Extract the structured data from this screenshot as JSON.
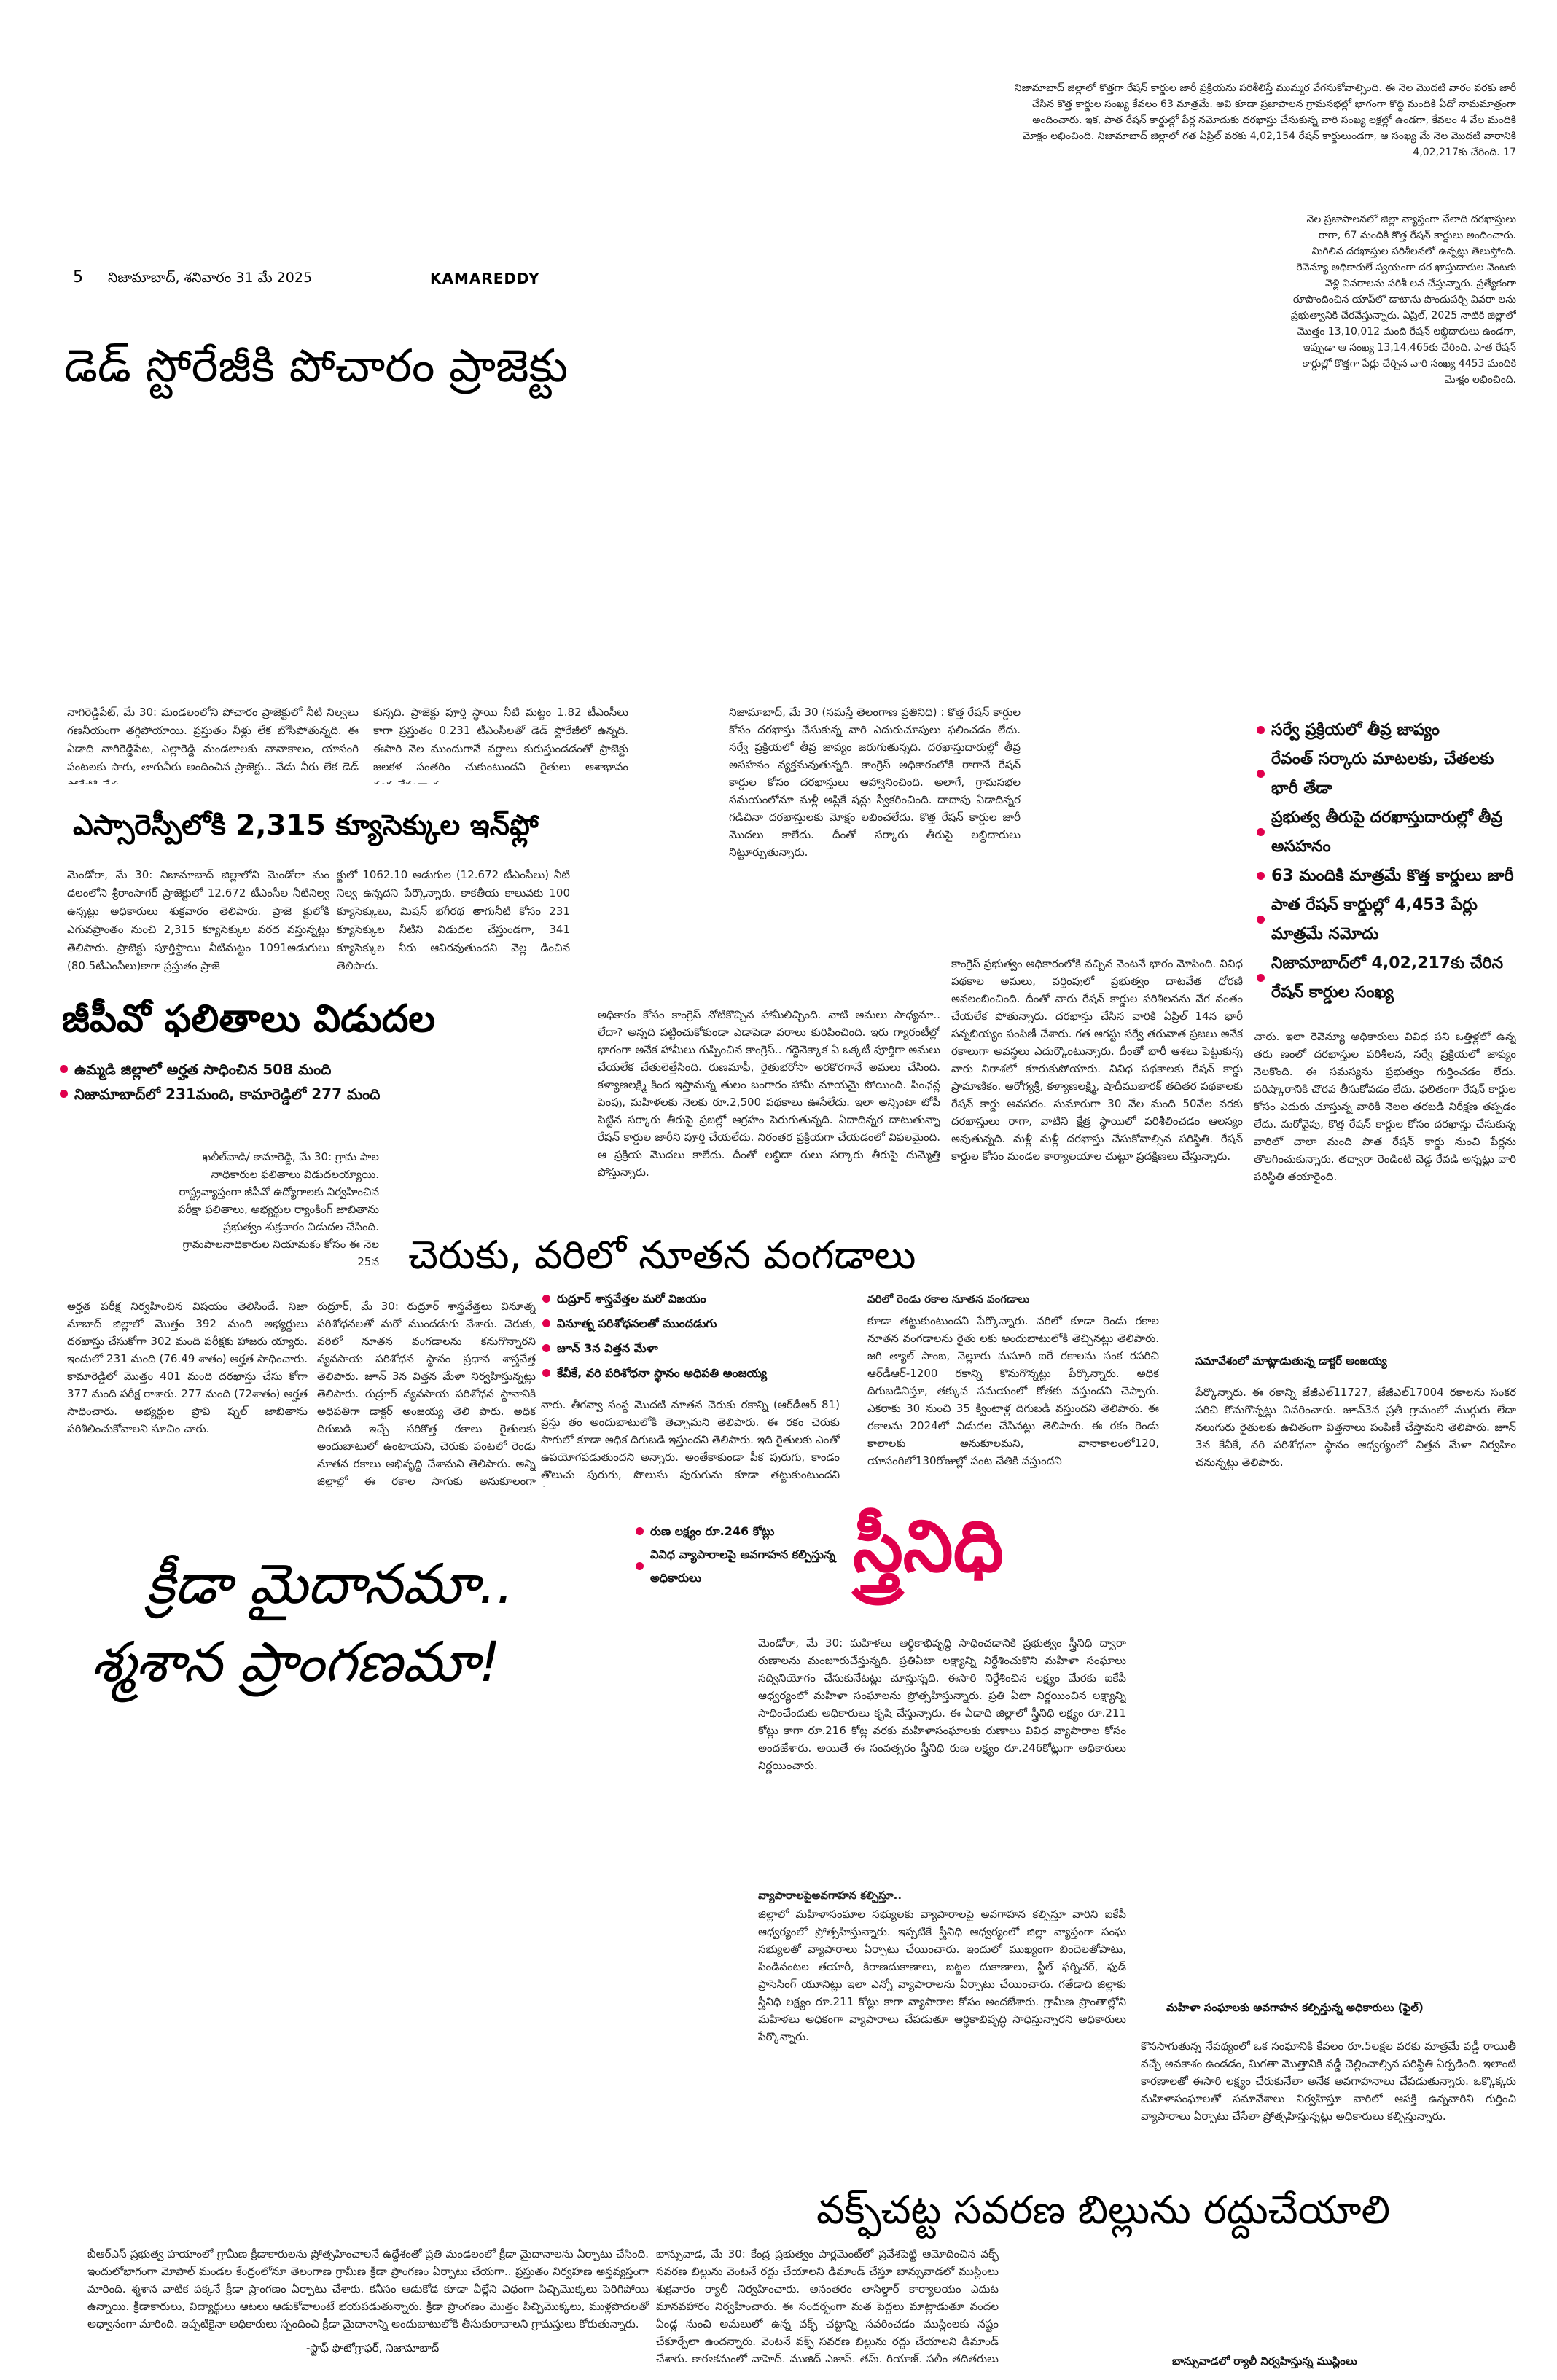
{
  "masthead": {
    "page_number": "5",
    "date_line": "నిజామాబాద్, శనివారం 31 మే 2025",
    "edition": "KAMAREDDY"
  },
  "top_right_story": {
    "body_wide": "నిజామాబాద్ జిల్లాలో కొత్తగా రేషన్ కార్డుల జారీ ప్రక్రియను పరిశీలిస్తే ముమ్మర వేగసుకోవాల్సింది. ఈ నెల మొదటి వారం వరకు జారీ చేసిన కొత్త కార్డుల సంఖ్య కేవలం 63 మాత్రమే. అవి కూడా ప్రజాపాలన గ్రామసభల్లో భాగంగా కొద్ది మందికి ఏదో నామమాత్రంగా అందించారు. ఇక, పాత రేషన్ కార్డుల్లో పేర్ల నమోదుకు దరఖాస్తు చేసుకున్న వారి సంఖ్య లక్షల్లో ఉండగా, కేవలం 4 వేల మందికి మోక్షం లభించింది. నిజామాబాద్ జిల్లాలో గత ఏప్రిల్ వరకు 4,02,154 రేషన్ కార్డులుండగా, ఆ సంఖ్య మే నెల మొదటి వారానికి 4,02,217కు చేరింది. 17",
    "body_narrow": "నెల ప్రజాపాలనలో జిల్లా వ్యాప్తంగా వేలాది దరఖాస్తులు రాగా, 67 మందికి కొత్త రేషన్ కార్డులు అందించారు. మిగిలిన దరఖాస్తుల పరిశీలనలో ఉన్నట్లు తెలుస్తోంది. రెవెన్యూ అధికారులే స్వయంగా దర ఖాస్తుదారుల వెంటకు వెళ్లి వివరాలను పరిశీ లన చేస్తున్నారు. ప్రత్యేకంగా రూపొందించిన యాప్‌లో డాటాను పొందుపర్చి వివరా లను ప్రభుత్వానికి చేరవేస్తున్నారు. ఏప్రిల్, 2025 నాటికి జిల్లాలో మొత్తం 13,10,012 మంది రేషన్ లబ్ధిదారులు ఉండగా, ఇప్పుడా ఆ సంఖ్య 13,14,465కు చేరింది. పాత రేషన్ కార్డుల్లో కొత్తగా పేర్లు చేర్చిన వారి సంఖ్య 4453 మందికి మోక్షం లభించింది."
  },
  "story_pocharam": {
    "headline": "డెడ్ స్టోరేజీకి పోచారం ప్రాజెక్టు",
    "col1": "నాగిరెడ్డిపేట్, మే 30: మండలంలోని పోచారం ప్రాజెక్టులో నీటి నిల్వలు గణనీయంగా తగ్గిపోయాయి. ప్రస్తుతం నీళ్లు లేక బోసిపోతున్నది. ఈ ఏడాది నాగిరెడ్డిపేట, ఎల్లారెడ్డి మండలాలకు వానాకాలం, యాసంగి పంటలకు సాగు, తాగునీరు అందించిన ప్రాజెక్టు.. నేడు నీరు లేక డెడ్ స్టోరేజీకి చేరు",
    "col2": "కున్నది. ప్రాజెక్టు పూర్తి స్థాయి నీటి మట్టం 1.82 టీఎంసీలు కాగా ప్రస్తుతం 0.231 టీఎంసీలతో డెడ్ స్టోరేజీలో ఉన్నది. ఈసారి నెల ముందుగానే వర్షాలు కురుస్తుండడంతో ప్రాజెక్టు జలకళ సంతరిం చుకుంటుందని రైతులు ఆశాభావం వ్యక్తంచేస్తున్నారు."
  },
  "story_srsp": {
    "headline": "ఎస్సారెస్పీలోకి 2,315 క్యూసెక్కుల ఇన్‌ఫ్లో",
    "col1": "మెండోరా, మే 30: నిజామాబాద్ జిల్లాలోని మెండోరా మం డలంలోని శ్రీరాంసాగర్ ప్రాజెక్టులో 12.672 టీఎంసీల నీటినిల్వ ఉన్నట్లు అధికారులు శుక్రవారం తెలిపారు. ప్రాజె క్టులోకి ఎగువప్రాంతం నుంచి 2,315 క్యూసెక్కుల వరద వస్తున్నట్లు తెలిపారు. ప్రాజెక్టు పూర్తిస్థాయి నీటిమట్టం 1091అడుగులు (80.5టీఎంసీలు)కాగా ప్రస్తుతం ప్రాజె",
    "col2": "క్టులో 1062.10 అడుగుల (12.672 టీఎంసీలు) నీటి నిల్వ ఉన్నదని పేర్కొన్నారు. కాకతీయ కాలువకు 100 క్యూసెక్కులు, మిషన్ భగీరథ తాగునీటి కోసం 231 క్యూసెక్కుల నీటిని విడుదల చేస్తుండగా, 341 క్యూసెక్కుల నీరు ఆవిరవుతుందని వెల్ల డించిన తెలిపారు."
  },
  "story_ration_mid": {
    "col1": "నిజామాబాద్, మే 30 (నమస్తే తెలంగాణ ప్రతినిధి) : కొత్త రేషన్ కార్డుల కోసం దరఖాస్తు చేసుకున్న వారి ఎదురుచూపులు ఫలించడం లేదు. సర్వే ప్రక్రియలో తీవ్ర జాప్యం జరుగుతున్నది. దరఖాస్తుదారుల్లో తీవ్ర అసహనం వ్యక్తమవుతున్నది. కాంగ్రెస్ అధికారంలోకి రాగానే రేషన్ కార్డుల కోసం దరఖాస్తులు ఆహ్వానించింది. అలాగే, గ్రామసభల సమయంలోనూ మళ్లీ అప్లికే షన్లు స్వీకరించింది. దాదాపు ఏడాదిన్నర గడిచినా దరఖాస్తులకు మోక్షం లభించలేదు. కొత్త రేషన్ కార్డుల జారీ మొదలు కాలేదు. దీంతో సర్కారు తీరుపై లబ్ధిదారులు నిట్టూర్చుతున్నారు."
  },
  "ration_bullets": [
    "సర్వే ప్రక్రియలో తీవ్ర జాప్యం",
    "రేవంత్ సర్కారు మాటలకు, చేతలకు భారీ తేడా",
    "ప్రభుత్వ తీరుపై దరఖాస్తుదారుల్లో తీవ్ర అసహనం",
    "63 మందికి మాత్రమే కొత్త కార్డులు జారీ",
    "పాత రేషన్ కార్డుల్లో 4,453 పేర్లు మాత్రమే నమోదు",
    "నిజామాబాద్‌లో 4,02,217కు చేరిన రేషన్ కార్డుల సంఖ్య"
  ],
  "story_ration_cont": {
    "col_a": "కాంగ్రెస్ ప్రభుత్వం అధికారంలోకి వచ్చిన వెంటనే భారం మోపింది. వివిధ పథకాల అమలు, వర్తింపులో ప్రభుత్వం దాటవేత ధోరణి అవలంబించింది. దీంతో వారు రేషన్ కార్డుల పరిశీలనను వేగ వంతం చేయలేక పోతున్నారు. దరఖాస్తు చేసిన వారికి ఏప్రిల్ 14న భారీ సన్నబియ్యం పంపిణీ చేశారు. గత ఆగస్టు సర్వే తరువాత ప్రజలు అనేక రకాలుగా అవస్థలు ఎదుర్కొంటున్నారు. దీంతో భారీ ఆశలు పెట్టుకున్న వారు నిరాశలో కూరుకుపోయారు. వివిధ పథకాలకు రేషన్ కార్డు ప్రామాణికం. ఆరోగ్యశ్రీ, కళ్యాణలక్ష్మి, షాదీముబారక్ తదితర పథకాలకు రేషన్ కార్డు అవసరం. సుమారుగా 30 వేల మంది 50వేల వరకు దరఖాస్తులు రాగా, వాటిని క్షేత్ర స్థాయిలో పరిశీలించడం ఆలస్యం అవుతున్నది. మళ్లీ మళ్లీ దరఖాస్తు చేసుకోవాల్సిన పరిస్థితి. రేషన్ కార్డుల కోసం మండల కార్యాలయాల చుట్టూ ప్రదక్షిణలు చేస్తున్నారు.",
    "col_b": "చారు. ఇలా రెవెన్యూ అధికారులు వివిధ పని ఒత్తిళ్లలో ఉన్న తరు ణంలో దరఖాస్తుల పరిశీలన, సర్వే ప్రక్రియలో జాప్యం నెలకొంది. ఈ సమస్యను ప్రభుత్వం గుర్తించడం లేదు. పరిష్కారానికి చొరవ తీసుకోవడం లేదు. ఫలితంగా రేషన్ కార్డుల కోసం ఎదురు చూస్తున్న వారికి నెలల తరబడి నిరీక్షణ తప్పడం లేదు. మరోవైపు, కొత్త రేషన్ కార్డుల కోసం దరఖాస్తు చేసుకున్న వారిలో చాలా మంది పాత రేషన్ కార్డు నుంచి పేర్లను తొలగించుకున్నారు. తద్వారా రెండింటి చెడ్డ రేవడి అన్నట్లు వారి పరిస్థితి తయారైంది."
  },
  "story_congress": {
    "col1": "అధికారం కోసం కాంగ్రెస్ నోటికొచ్చిన హామీలిచ్చింది. వాటి అమలు సాధ్యమా.. లేదా? అన్నది పట్టించుకోకుండా ఎడాపెడా వరాలు కురిపించింది. ఇరు గ్యారంటీల్లో భాగంగా అనేక హామీలు గుప్పించిన కాంగ్రెస్.. గద్దెనెక్కాక ఏ ఒక్కటీ పూర్తిగా అమలు చేయలేక చేతులెత్తేసింది. రుణమాఫీ, రైతుభరోసా అరకొరగానే అమలు చేసింది. కళ్యాణలక్ష్మి కింద ఇస్తామన్న తులం బంగారం హామీ మాయమై పోయింది. పింఛన్ల పెంపు, మహిళలకు నెలకు రూ.2,500 పథకాలు ఊసేలేదు. ఇలా అన్నింటా టోపీ పెట్టిన సర్కారు తీరుపై ప్రజల్లో ఆగ్రహం పెరుగుతున్నది. ఏదాదిన్నర దాటుతున్నా రేషన్ కార్డుల జారీని పూర్తి చేయలేదు. నిరంతర ప్రక్రియగా చేయడంలో విఫలమైంది. ఆ ప్రక్రియ మొదలు కాలేదు. దీంతో లబ్ధిదా రులు సర్కారు తీరుపై దుమ్మెత్తి పోస్తున్నారు."
  },
  "story_gp": {
    "headline": "జీపీవో ఫలితాలు విడుదల",
    "bullets": [
      "ఉమ్మడి జిల్లాలో అర్హత సాధించిన 508 మంది",
      "నిజామాబాద్‌లో 231మంది, కామారెడ్డిలో 277 మంది"
    ],
    "lead": "ఖలీల్‌వాడి/ కామారెడ్డి, మే 30: గ్రామ పాల నాధికారుల ఫలితాలు విడుదలయ్యాయి. రాష్ట్రవ్యాప్తంగా జీపీవో ఉద్యోగాలకు నిర్వహించిన పరీక్షా ఫలితాలు, అభ్యర్థుల ర్యాంకింగ్ జాబితాను ప్రభుత్వం శుక్రవారం విడుదల చేసింది. గ్రామపాలనాధికారుల నియామకం కోసం ఈ నెల 25న",
    "col1": "అర్హత పరీక్ష నిర్వహించిన విషయం తెలిసిందే. నిజా మాబాద్ జిల్లాలో మొత్తం 392 మంది అభ్యర్థులు దరఖాస్తు చేసుకోగా 302 మంది పరీక్షకు హాజరు య్యారు. ఇందులో 231 మంది (76.49 శాతం) అర్హత సాధించారు. కామారెడ్డిలో మొత్తం 401 మంది దరఖాస్తు చేసు కోగా 377 మంది పరీక్ష రాశారు. 277 మంది (72శాతం) అర్హత సాధించారు. అభ్యర్థుల ప్రొవి ష్నల్ జాబితాను పరిశీలించుకోవాలని సూచిం చారు."
  },
  "story_cheruku": {
    "headline": "చెరుకు, వరిలో నూతన వంగడాలు",
    "col1": "రుద్రూర్, మే 30: రుద్రూర్ శాస్త్రవేత్తలు వినూత్న పరిశోధనలతో మరో ముందడుగు వేశారు. చెరుకు, వరిలో నూతన వంగడాలను కనుగొన్నారని వ్యవసాయ పరిశోధన స్థానం ప్రధాన శాస్త్రవేత్త తెలిపారు. జూన్ 3న విత్తన మేళా నిర్వహిస్తున్నట్లు తెలిపారు. రుద్రూర్ వ్యవసాయ పరిశోధన స్థానానికి అధిపతిగా డాక్టర్ అంజయ్య తెలి పారు. అధిక దిగుబడి ఇచ్చే సరికొత్త రకాలు రైతులకు అందుబాటులో ఉంటాయని, చెరుకు పంటలో రెండు నూతన రకాలు అభివృద్ధి చేశామని తెలిపారు. అన్ని జిల్లాల్లో ఈ రకాల సాగుకు అనుకూలంగా ఉంటాయన్నారు. దిగుబడి కూడా ఎక్కువగా వస్తుందన్నారు.",
    "bullets": [
      "రుద్రూర్ శాస్త్రవేత్తల మరో విజయం",
      "వినూత్న పరిశోధనలతో ముందడుగు",
      "జూన్ 3న విత్తన మేళా",
      "కేవీకే, వరి పరిశోధనా స్థానం అధిపతి అంజయ్య"
    ],
    "col2": "నారు. తీగవ్వా సంస్థ మొదటి నూతన చెరుకు రకాన్ని (ఆర్‌డీఆర్ 81) ప్రస్తు తం అందుబాటులోకి తెచ్చామని తెలిపారు. ఈ రకం చెరుకు సాగులో కూడా అధిక దిగుబడి ఇస్తుందని తెలిపారు. ఇది రైతులకు ఎంతో ఉపయోగపడుతుందని అన్నారు. అంతేకాకుండా పీక పురుగు, కాండం తొలుచు పురుగు, పొలుసు పురుగును కూడా తట్టుకుంటుందని పేర్కొన్నారు.",
    "subhead": "వరిలో రెండు రకాల నూతన వంగడాలు",
    "col3": "కూడా తట్టుకుంటుందని పేర్కొన్నారు. వరిలో కూడా రెండు రకాల నూతన వంగడాలను రైతు లకు అందుబాటులోకి తెచ్చినట్లు తెలిపారు. జగి త్యాల్ సాంబ, నెల్లూరు మసూరి ఐరే రకాలను సంక రపరిచి ఆర్‌డీఆర్-1200 రకాన్ని కొనుగొన్నట్లు పేర్కొన్నారు. అధిక దిగుబడినిస్తూ, తక్కువ సమయంలో కోతకు వస్తుందని చెప్పారు. ఎకరాకు 30 నుంచి 35 క్వింటాళ్ల దిగుబడి వస్తుందని తెలిపారు. ఈ రకాలను 2024లో విడుదల చేసినట్లు తెలిపారు. ఈ రకం రెండు కాలాలకు అనుకూలమని, వానాకాలంలో120, యాసంగిలో130రోజుల్లో పంట చేతికి వస్తుందని",
    "col4": "పేర్కొన్నారు. ఈ రకాన్ని జేజీఎల్11727, జేజీఎల్17004 రకాలను సంకర పరిచి కొనుగొన్నట్లు వివరించారు. జూన్3న ప్రతీ గ్రామంలో ముగ్గురు లేదా నలుగురు రైతులకు ఉచితంగా విత్తనాలు పంపిణీ చేస్తామని తెలిపారు. జూన్ 3న కేవీకే, వరి పరిశోధనా స్థానం ఆధ్వర్యంలో విత్తన మేళా నిర్వహిం చనున్నట్లు తెలిపారు.",
    "photo_caption": "సమావేశంలో మాట్లాడుతున్న డాక్టర్ అంజయ్య"
  },
  "story_kreeda": {
    "headline_line1": "క్రీడా మైదానమా..",
    "headline_line2": "శ్మశాన ప్రాంగణమా!",
    "body": "బీఆర్ఎస్ ప్రభుత్వ హయాంలో గ్రామీణ క్రీడాకారులను ప్రోత్సహించాలనే ఉద్దేశంతో ప్రతి మండలంలో క్రీడా మైదానాలను ఏర్పాటు చేసింది. ఇందులోభాగంగా మోపాల్ మండల కేంద్రంలోనూ తెలంగాణ గ్రామీణ క్రీడా ప్రాంగణం ఏర్పాటు చేయగా.. ప్రస్తుతం నిర్వహణ అస్తవ్యస్తంగా మారింది. శ్మశాన వాటిక పక్కనే క్రీడా ప్రాంగణం ఏర్పాటు చేశారు. కనీసం ఆడుకోడ కూడా వీల్లేని విధంగా పిచ్చిమొక్కలు పెరిగిపోయి ఉన్నాయి. క్రీడాకారులు, విద్యార్థులు ఆటలు ఆడుకోవాలంటే భయపడుతున్నారు. క్రీడా ప్రాంగణం మొత్తం పిచ్చిమొక్కలు, ముళ్లపొదలతో అధ్వానంగా మారింది. ఇప్పటికైనా అధికారులు స్పందించి క్రీడా మైదానాన్ని అందుబాటులోకి తీసుకురావాలని గ్రామస్తులు కోరుతున్నారు.",
    "credit": "-స్టాఫ్ ఫొటోగ్రాఫర్, నిజామాబాద్"
  },
  "story_streenidhi": {
    "headline": "స్త్రీనిధి",
    "bullets": [
      "రుణ లక్ష్యం రూ.246 కోట్లు",
      "వివిధ వ్యాపారాలపై అవగాహన కల్పిస్తున్న అధికారులు"
    ],
    "col1": "మెండోరా, మే 30: మహిళలు ఆర్థికాభివృద్ధి సాధించడానికి ప్రభుత్వం స్త్రీనిధి ద్వారా రుణాలను మంజూరుచేస్తున్నది. ప్రతిఏటా లక్ష్యాన్ని నిర్దేశించుకొని మహిళా సంఘాలు సద్వినియోగం చేసుకునేటట్లు చూస్తున్నది. ఈసారి నిర్దేశించిన లక్ష్యం మేరకు ఐకేపీ ఆధ్వర్యంలో మహిళా సంఘాలను ప్రోత్సహిస్తున్నారు. ప్రతి ఏటా నిర్ణయించిన లక్ష్యాన్ని సాధించేందుకు అధికారులు కృషి చేస్తున్నారు. ఈ ఏడాది జిల్లాలో స్త్రీనిధి లక్ష్యం రూ.211 కోట్లు కాగా రూ.216 కోట్ల వరకు మహిళాసంఘాలకు రుణాలు వివిధ వ్యాపారాల కోసం అందజేశారు. అయితే ఈ సంవత్సరం స్త్రీనిధి రుణ లక్ష్యం రూ.246కోట్లుగా అధికారులు నిర్ణయించారు.",
    "subhead": "వ్యాపారాలపైఅవగాహన కల్పిస్తూ..",
    "col2": "జిల్లాలో మహిళాసంఘాల సభ్యులకు వ్యాపారాలపై అవగాహన కల్పిస్తూ వారిని ఐకేపీ ఆధ్వర్యంలో ప్రోత్సహిస్తున్నారు. ఇప్పటికే స్త్రీనిధి ఆధ్వర్యంలో జిల్లా వ్యాప్తంగా సంఘ సభ్యులతో వ్యాపారాలు ఏర్పాటు చేయించారు. ఇందులో ముఖ్యంగా బిందెలతోపాటు, పిండివంటల తయారీ, కిరాణదుకాణాలు, బట్టల దుకాణాలు, స్టీల్ ఫర్నిచర్, ఫుడ్ ప్రాసెసింగ్ యూనిట్లు ఇలా ఎన్నో వ్యాపారాలను ఏర్పాటు చేయించారు. గతేడాది జిల్లాకు స్త్రీనిధి లక్ష్యం రూ.211 కోట్లు కాగా వ్యాపారాల కోసం అందజేశారు. గ్రామీణ ప్రాంతాల్లోని మహిళలు అధికంగా వ్యాపారాలు చేపడుతూ ఆర్థికాభివృద్ధి సాధిస్తున్నారని అధికారులు పేర్కొన్నారు.",
    "col3": "కొనసాగుతున్న నేపథ్యంలో ఒక సంఘానికి కేవలం రూ.5లక్షల వరకు మాత్రమే వడ్డీ రాయితీ వచ్చే అవకాశం ఉండడం, మిగతా మొత్తానికి వడ్డీ చెల్లించాల్సిన పరిస్థితి ఏర్పడింది. ఇలాంటి కారణాలతో ఈసారి లక్ష్యం చేరుకునేలా అనేక అవగాహనాలు చేపడుతున్నారు. ఒక్కొక్కరు మహిళాసంఘాలతో సమావేశాలు నిర్వహిస్తూ వారిలో ఆసక్తి ఉన్నవారిని గుర్తించి వ్యాపారాలు ఏర్పాటు చేసేలా ప్రోత్సహిస్తున్నట్లు అధికారులు కల్పిస్తున్నారు.",
    "photo_caption": "మహిళా సంఘాలకు అవగాహన కల్పిస్తున్న అధికారులు (ఫైల్)"
  },
  "story_waqf": {
    "headline": "వక్ఫ్‌చట్ట సవరణ బిల్లును రద్దుచేయాలి",
    "body": "బాన్సువాడ, మే 30: కేంద్ర ప్రభుత్వం పార్లమెంట్‌లో ప్రవేశపెట్టి ఆమోదించిన వక్ఫ్ సవరణ బిల్లును వెంటనే రద్దు చేయాలని డిమాండ్ చేస్తూ బాన్సువాడలో ముస్లింలు శుక్రవారం ర్యాలీ నిర్వహించారు. అనంతరం తాసిల్దార్ కార్యాలయం ఎదుట మానవహారం నిర్వహించారు. ఈ సందర్భంగా మత పెద్దలు మాట్లాడుతూ వందల ఏండ్ల నుంచి అమలులో ఉన్న వక్ఫ్ చట్టాన్ని సవరించడం ముస్లింలకు నష్టం చేకూర్చేలా ఉందన్నారు. వెంటనే వక్ఫ్ సవరణ బిల్లును రద్దు చేయాలని డిమాండ్ చేశారు. కార్యక్రమంలో వాహెద్, ముజ్జిద్ ఎజాస్, తస్మ్, రియాజ్, సలీం తదితరులు పాల్గొన్నారు.",
    "photo_caption": "బాన్సువాడలో ర్యాలీ నిర్వహిస్తున్న ముస్లింలు"
  },
  "colors": {
    "accent_pink": "#e0004d",
    "headline_black": "#000000",
    "body_text": "#222222"
  }
}
